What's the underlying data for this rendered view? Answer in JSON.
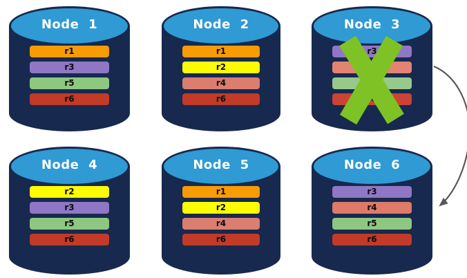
{
  "diagram": {
    "title_hidden": "",
    "nodes": [
      {
        "title": "Node 1",
        "failed": false,
        "replicas": [
          {
            "label": "r1",
            "color": "#F79C04"
          },
          {
            "label": "r3",
            "color": "#9077C5"
          },
          {
            "label": "r5",
            "color": "#8EC77F"
          },
          {
            "label": "r6",
            "color": "#C23A28"
          }
        ]
      },
      {
        "title": "Node 2",
        "failed": false,
        "replicas": [
          {
            "label": "r1",
            "color": "#F79C04"
          },
          {
            "label": "r2",
            "color": "#FCFC02"
          },
          {
            "label": "r4",
            "color": "#DB7E70"
          },
          {
            "label": "r6",
            "color": "#C23A28"
          }
        ]
      },
      {
        "title": "Node 3",
        "failed": true,
        "replicas": [
          {
            "label": "r3",
            "color": "#9077C5"
          },
          {
            "label": "r4",
            "color": "#E38372"
          },
          {
            "label": "r5",
            "color": "#97C98B"
          },
          {
            "label": "r6",
            "color": "#C94434"
          }
        ]
      },
      {
        "title": "Node 4",
        "failed": false,
        "replicas": [
          {
            "label": "r2",
            "color": "#FCFC02"
          },
          {
            "label": "r3",
            "color": "#9077C5"
          },
          {
            "label": "r5",
            "color": "#8EC77F"
          },
          {
            "label": "r6",
            "color": "#C23A28"
          }
        ]
      },
      {
        "title": "Node 5",
        "failed": false,
        "replicas": [
          {
            "label": "r1",
            "color": "#F79C04"
          },
          {
            "label": "r2",
            "color": "#FCFC02"
          },
          {
            "label": "r4",
            "color": "#DB7E70"
          },
          {
            "label": "r6",
            "color": "#C23A28"
          }
        ]
      },
      {
        "title": "Node 6",
        "failed": false,
        "replicas": [
          {
            "label": "r3",
            "color": "#9077C5"
          },
          {
            "label": "r4",
            "color": "#E07A68"
          },
          {
            "label": "r5",
            "color": "#8EC77F"
          },
          {
            "label": "r6",
            "color": "#C23A28"
          }
        ]
      }
    ],
    "cylinder": {
      "body_color": "#17294E",
      "top_color": "#2F9AD3"
    },
    "failure_mark": {
      "node": "Node 3",
      "icon": "green-x",
      "color": "#7EC226"
    },
    "arrow": {
      "from": "Node 3",
      "to": "Node 6",
      "color": "#595959"
    }
  }
}
